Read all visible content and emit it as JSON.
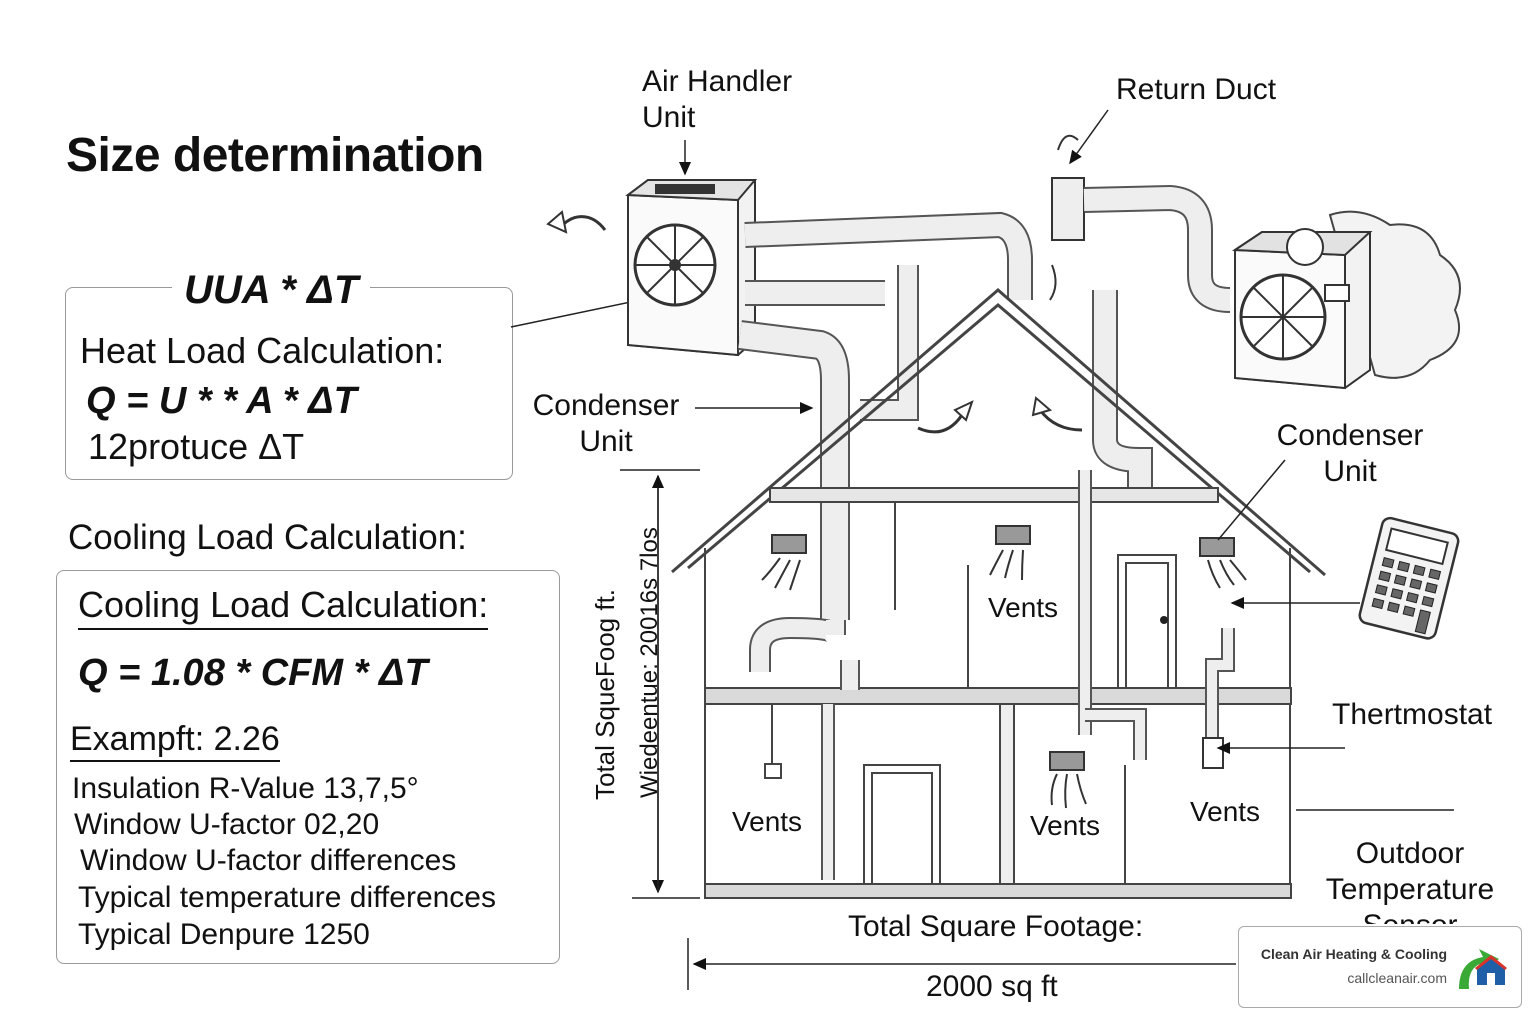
{
  "title": "Size determination",
  "heat_box": {
    "formula_top": "UUA * ΔT",
    "label": "Heat Load Calculation:",
    "equation": "Q = U * * A * ΔT",
    "line3": "12protuce ΔT"
  },
  "cooling": {
    "heading": "Cooling Load Calculation:",
    "box_title": "Cooling Load Calculation:",
    "equation": "Q = 1.08 * CFM * ΔT",
    "example": "Exampft: 2.26",
    "items": [
      "Insulation R-Value 13,7,5°",
      "Window U-factor 02,20",
      "Window U-factor differences",
      "Typical temperature differences",
      "Typical Denpure 1250"
    ]
  },
  "labels": {
    "air_handler": "Air Handler\nUnit",
    "return_duct": "Return Duct",
    "condenser_left": "Condenser\nUnit",
    "condenser_right": "Condenser\nUnit",
    "thermostat": "Thertmostat",
    "outdoor_sensor": "Outdoor\nTemperature\nSensor",
    "vents_upper": "Vents",
    "vents_lower_left": "Vents",
    "vents_lower_mid": "Vents",
    "vents_lower_right": "Vents",
    "total_sqft_label": "Total Square Footage:",
    "total_sqft_value": "2000 sq ft",
    "vertical_1": "Total SqueFoog ft.",
    "vertical_2": "Wiedeentue: 20016s 7los"
  },
  "brand": {
    "name": "Clean Air Heating & Cooling",
    "url": "callcleanair.com",
    "colors": {
      "green": "#3aa935",
      "blue": "#1f5fa8",
      "red": "#d8322b"
    }
  }
}
